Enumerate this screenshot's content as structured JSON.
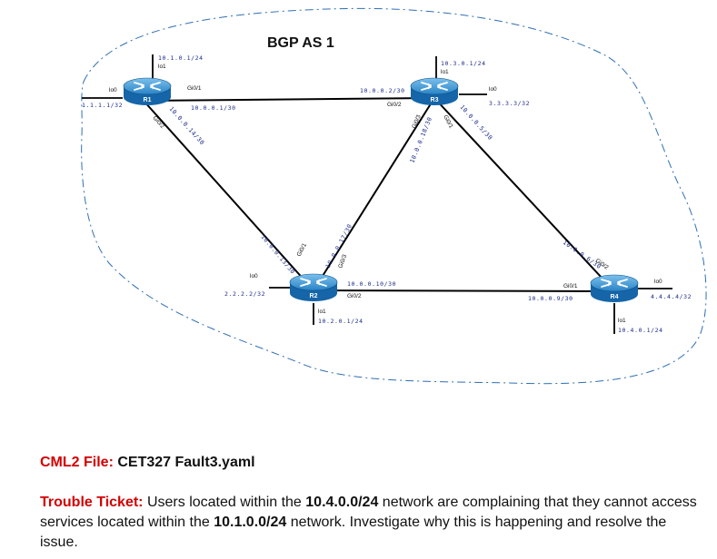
{
  "diagram": {
    "title": "BGP AS 1",
    "routers": [
      {
        "name": "R1",
        "lo0_label": "lo0",
        "lo0_ip": "1.1.1.1/32",
        "lo1_label": "lo1",
        "lo1_ip": "10.1.0.1/24"
      },
      {
        "name": "R2",
        "lo0_label": "lo0",
        "lo0_ip": "2.2.2.2/32",
        "lo1_label": "lo1",
        "lo1_ip": "10.2.0.1/24"
      },
      {
        "name": "R3",
        "lo0_label": "lo0",
        "lo0_ip": "3.3.3.3/32",
        "lo1_label": "lo1",
        "lo1_ip": "10.3.0.1/24"
      },
      {
        "name": "R4",
        "lo0_label": "lo0",
        "lo0_ip": "4.4.4.4/32",
        "lo1_label": "lo1",
        "lo1_ip": "10.4.0.1/24"
      }
    ],
    "links": {
      "r1_r3": {
        "r1_if": "Gi0/1",
        "r1_ip": "10.0.0.1/30",
        "r3_if": "Gi0/2",
        "r3_ip": "10.0.0.2/30"
      },
      "r1_r2": {
        "r1_if": "Gi0/2",
        "r1_ip": "10.0.0.14/30",
        "r2_if": "Gi0/1",
        "r2_ip": "10.0.0.13/30"
      },
      "r2_r3": {
        "r2_if": "Gi0/3",
        "r2_ip": "10.0.0.17/30",
        "r3_if": "Gi0/3",
        "r3_ip": "10.0.0.18/30"
      },
      "r3_r4": {
        "r3_if": "Gi0/1",
        "r3_ip": "10.0.0.5/30",
        "r4_if": "Gi0/2",
        "r4_ip": "10.0.0.6/30"
      },
      "r2_r4": {
        "r2_if": "Gi0/2",
        "r2_ip": "10.0.0.10/30",
        "r4_if": "Gi0/1",
        "r4_ip": "10.0.0.9/30"
      }
    }
  },
  "cml": {
    "label": "CML2 File:",
    "value": "CET327 Fault3.yaml"
  },
  "ticket": {
    "label": "Trouble Ticket:",
    "t1": "Users located within the ",
    "net1": "10.4.0.0/24",
    "t2": " network are complaining that they cannot access services located within the ",
    "net2": "10.1.0.0/24",
    "t3": " network. Investigate why this is happening and resolve the issue."
  },
  "colors": {
    "router_body": "#1a74b8",
    "router_top": "#5aa6dc",
    "ip_text": "#1b2a8a",
    "red_label": "#d40000",
    "cloud_outline": "#2f6fb3"
  }
}
